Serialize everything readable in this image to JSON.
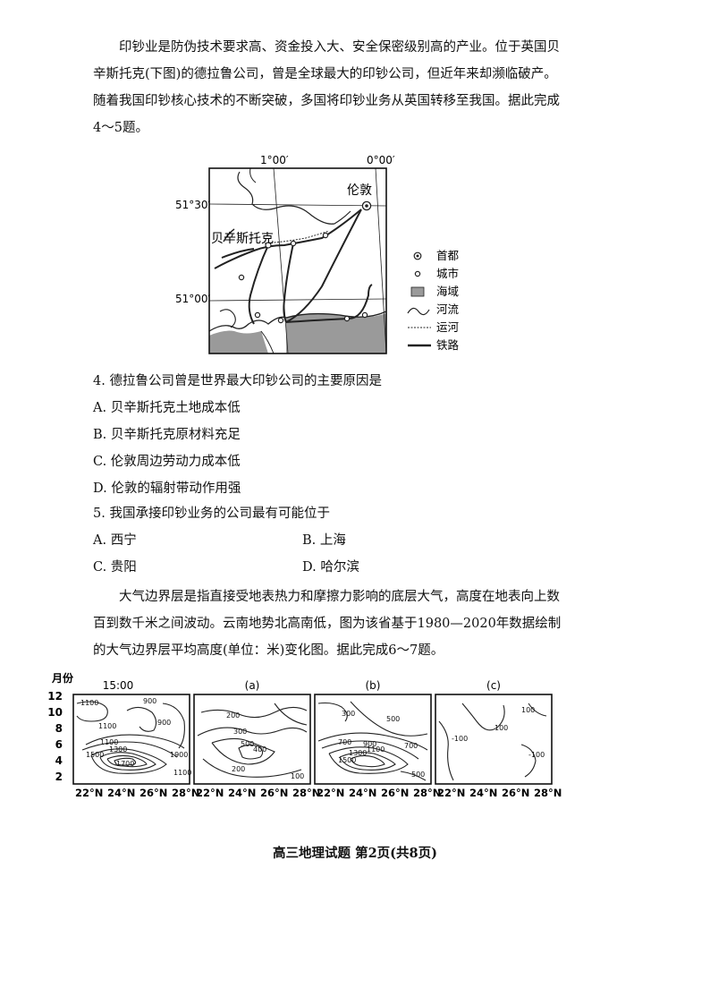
{
  "passage1": "印钞业是防伪技术要求高、资金投入大、安全保密级别高的产业。位于英国贝辛斯托克(下图)的德拉鲁公司，曾是全球最大的印钞公司，但近年来却濒临破产。随着我国印钞核心技术的不断突破，多国将印钞业务从英国转移至我国。据此完成4～5题。",
  "map": {
    "lon_labels": [
      "1°00′",
      "0°00′"
    ],
    "lat_labels": [
      "51°30′",
      "51°00′"
    ],
    "places": [
      "伦敦",
      "贝辛斯托克"
    ],
    "legend": [
      {
        "symbol": "capital-icon",
        "label": "首都"
      },
      {
        "symbol": "city-icon",
        "label": "城市"
      },
      {
        "symbol": "sea-icon",
        "label": "海域"
      },
      {
        "symbol": "river-icon",
        "label": "河流"
      },
      {
        "symbol": "canal-icon",
        "label": "运河"
      },
      {
        "symbol": "railway-icon",
        "label": "铁路"
      }
    ],
    "colors": {
      "sea": "#9a9a9a",
      "line": "#222222"
    }
  },
  "q4": {
    "stem": "4. 德拉鲁公司曾是世界最大印钞公司的主要原因是",
    "options": [
      "A. 贝辛斯托克土地成本低",
      "B. 贝辛斯托克原材料充足",
      "C. 伦敦周边劳动力成本低",
      "D. 伦敦的辐射带动作用强"
    ]
  },
  "q5": {
    "stem": "5. 我国承接印钞业务的公司最有可能位于",
    "options": [
      "A. 西宁",
      "B. 上海",
      "C. 贵阳",
      "D. 哈尔滨"
    ]
  },
  "passage2": "大气边界层是指直接受地表热力和摩擦力影响的底层大气，高度在地表向上数百到数千米之间波动。云南地势北高南低，图为该省基于1980—2020年数据绘制的大气边界层平均高度(单位：米)变化图。据此完成6～7题。",
  "chart_data": {
    "type": "contour",
    "ylabel": "月份",
    "y_ticks": [
      "12",
      "10",
      "8",
      "6",
      "4",
      "2"
    ],
    "x_ticks": [
      "22°N",
      "24°N",
      "26°N",
      "28°N"
    ],
    "panels": [
      {
        "title": "15:00",
        "contour_labels": [
          "1100",
          "900",
          "1100",
          "900",
          "1100",
          "1300",
          "1500",
          "1700",
          "1900",
          "1100"
        ]
      },
      {
        "title": "(a)",
        "contour_labels": [
          "200",
          "300",
          "500",
          "400",
          "200",
          "100"
        ]
      },
      {
        "title": "(b)",
        "contour_labels": [
          "300",
          "500",
          "700",
          "900",
          "1100",
          "1300",
          "1500",
          "700",
          "500"
        ]
      },
      {
        "title": "(c)",
        "contour_labels": [
          "-100",
          "100",
          "100",
          "-100"
        ]
      }
    ]
  },
  "footer": "高三地理试题 第2页(共8页)"
}
